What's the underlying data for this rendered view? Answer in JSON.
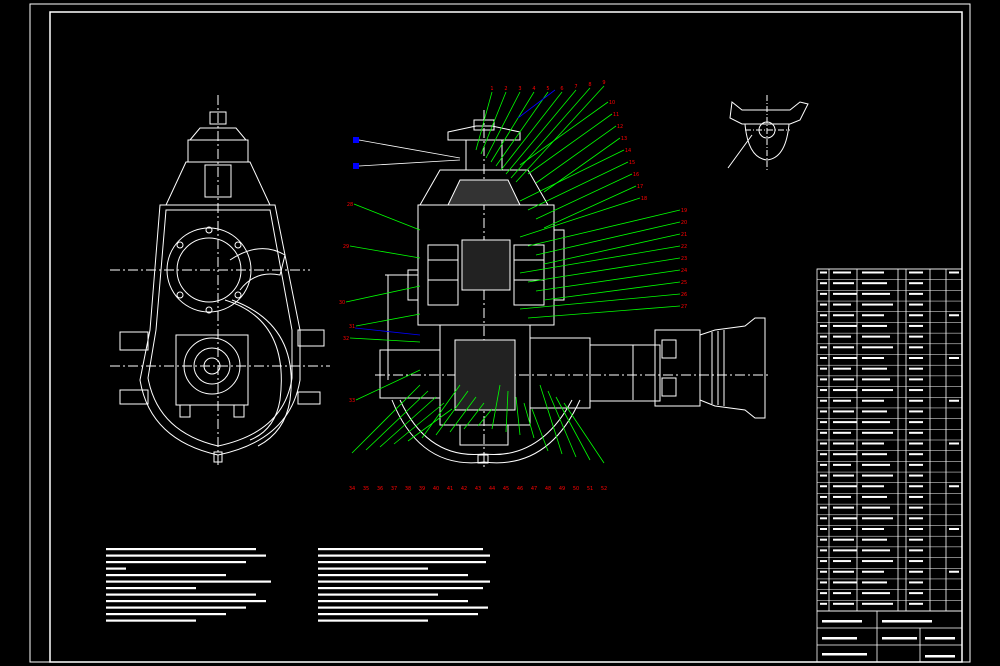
{
  "drawing": {
    "background": "#000000",
    "line_color": "#ffffff",
    "leader_color": "#00ff00",
    "callout_color": "#ff0000",
    "accent_color": "#0000ff",
    "views": [
      "front-view",
      "section-view",
      "detail-view"
    ]
  },
  "callouts": {
    "top": [
      "1",
      "2",
      "3",
      "4",
      "5",
      "6",
      "7",
      "8",
      "9"
    ],
    "right": [
      "10",
      "11",
      "12",
      "13",
      "14",
      "15",
      "16",
      "17",
      "18",
      "19",
      "20",
      "21",
      "22",
      "23",
      "24",
      "25",
      "26",
      "27"
    ],
    "left": [
      "28",
      "29",
      "30",
      "31",
      "32",
      "33"
    ],
    "bottom": [
      "34",
      "35",
      "36",
      "37",
      "38",
      "39",
      "40",
      "41",
      "42",
      "43",
      "44",
      "45",
      "46",
      "47",
      "48",
      "49",
      "50",
      "51",
      "52"
    ]
  },
  "title_block": {
    "rows": 32
  }
}
